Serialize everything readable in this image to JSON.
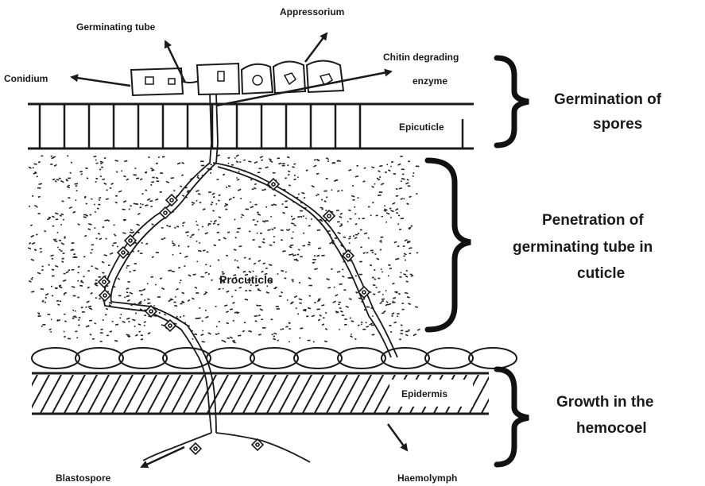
{
  "labels": {
    "appressorium": "Appressorium",
    "germinating_tube": "Germinating tube",
    "conidium": "Conidium",
    "chitin_enzyme_line1": "Chitin degrading",
    "chitin_enzyme_line2": "enzyme",
    "epicuticle": "Epicuticle",
    "procuticle": "Procuticle",
    "epidermis": "Epidermis",
    "blastospore": "Blastospore",
    "haemolymph": "Haemolymph"
  },
  "stages": {
    "germination": [
      "Germination of",
      "spores"
    ],
    "penetration": [
      "Penetration of",
      "germinating tube in",
      "cuticle"
    ],
    "growth": [
      "Growth in the",
      "hemocoel"
    ]
  }
}
